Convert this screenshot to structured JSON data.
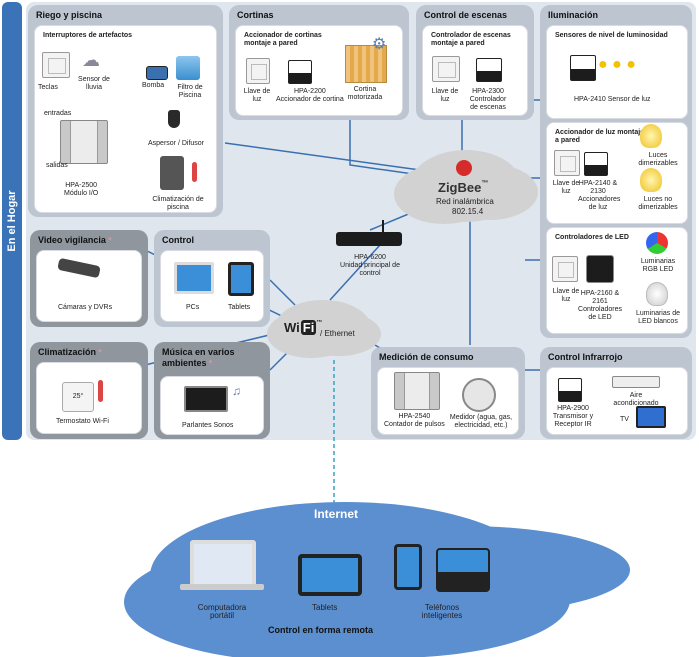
{
  "side_label": "En el Hogar",
  "riego": {
    "title": "Riego y piscina",
    "subtitle": "Interruptores de artefactos",
    "teclas": "Teclas",
    "sensor_lluvia": "Sensor de lluvia",
    "bomba": "Bomba",
    "filtro": "Filtro de Piscina",
    "entradas": "entradas",
    "salidas": "salidas",
    "aspersor": "Aspersor / Difusor",
    "hpa2500": "HPA-2500\nMódulo I/O",
    "climatizacion_piscina": "Climatización de piscina"
  },
  "cortinas": {
    "title": "Cortinas",
    "subtitle": "Accionador de cortinas montaje a pared",
    "llave": "Llave de luz",
    "hpa2200": "HPA-2200\nAccionador de cortina",
    "cortina": "Cortina motorizada"
  },
  "escenas": {
    "title": "Control de escenas",
    "subtitle": "Controlador de escenas montaje a pared",
    "llave": "Llave de luz",
    "hpa2300": "HPA-2300\nControlador de escenas"
  },
  "iluminacion": {
    "title": "Iluminación",
    "sensores_title": "Sensores de nivel de luminosidad",
    "hpa2410": "HPA-2410 Sensor de luz",
    "accionador_title": "Accionador de luz montaje a pared",
    "llave": "Llave de luz",
    "hpa2140": "HPA-2140 & 2130\nAccionadores de luz",
    "luces_dim": "Luces dimerizables",
    "luces_nodim": "Luces no dimerizables",
    "led_title": "Controladores de LED",
    "llave2": "Llave de luz",
    "hpa2160": "HPA-2160 & 2161\nControladores de LED",
    "rgb": "Luminarias RGB LED",
    "blancos": "Luminarias de LED blancos"
  },
  "zigbee": {
    "brand": "ZigBee",
    "tm": "™",
    "line1": "Red inalámbrica",
    "line2": "802.15.4"
  },
  "hub": {
    "label": "HPA-6200\nUnidad principal de control"
  },
  "video": {
    "title": "Video vigilancia",
    "star": "*",
    "camaras": "Cámaras y DVRs"
  },
  "control": {
    "title": "Control",
    "pcs": "PCs",
    "tablets": "Tablets"
  },
  "wifi": {
    "wi": "Wi",
    "fi": "Fi",
    "tm": "™",
    "ethernet": "/ Ethernet"
  },
  "clima": {
    "title": "Climatización",
    "star": "*",
    "termostato": "Termostato Wi-Fi",
    "temp": "25°"
  },
  "musica": {
    "title": "Música en varios ambientes",
    "star": "*",
    "parlantes": "Parlantes Sonos"
  },
  "medicion": {
    "title": "Medición de consumo",
    "hpa2540": "HPA-2540\nContador de pulsos",
    "medidor": "Medidor (agua, gas, electricidad, etc.)"
  },
  "infrarrojo": {
    "title": "Control Infrarrojo",
    "hpa2900": "HPA-2900\nTransmisor y Receptor IR",
    "aire": "Aire acondicionado",
    "tv": "TV"
  },
  "internet": {
    "title": "Internet",
    "computadora": "Computadora portátil",
    "tablets": "Tablets",
    "telefonos": "Teléfonos inteligentes",
    "remoto": "Control en forma remota"
  },
  "colors": {
    "accent": "#3a73b8",
    "panel": "#bcc5d0",
    "dark_panel": "#8f969e",
    "cloud": "#5b8fd0"
  }
}
